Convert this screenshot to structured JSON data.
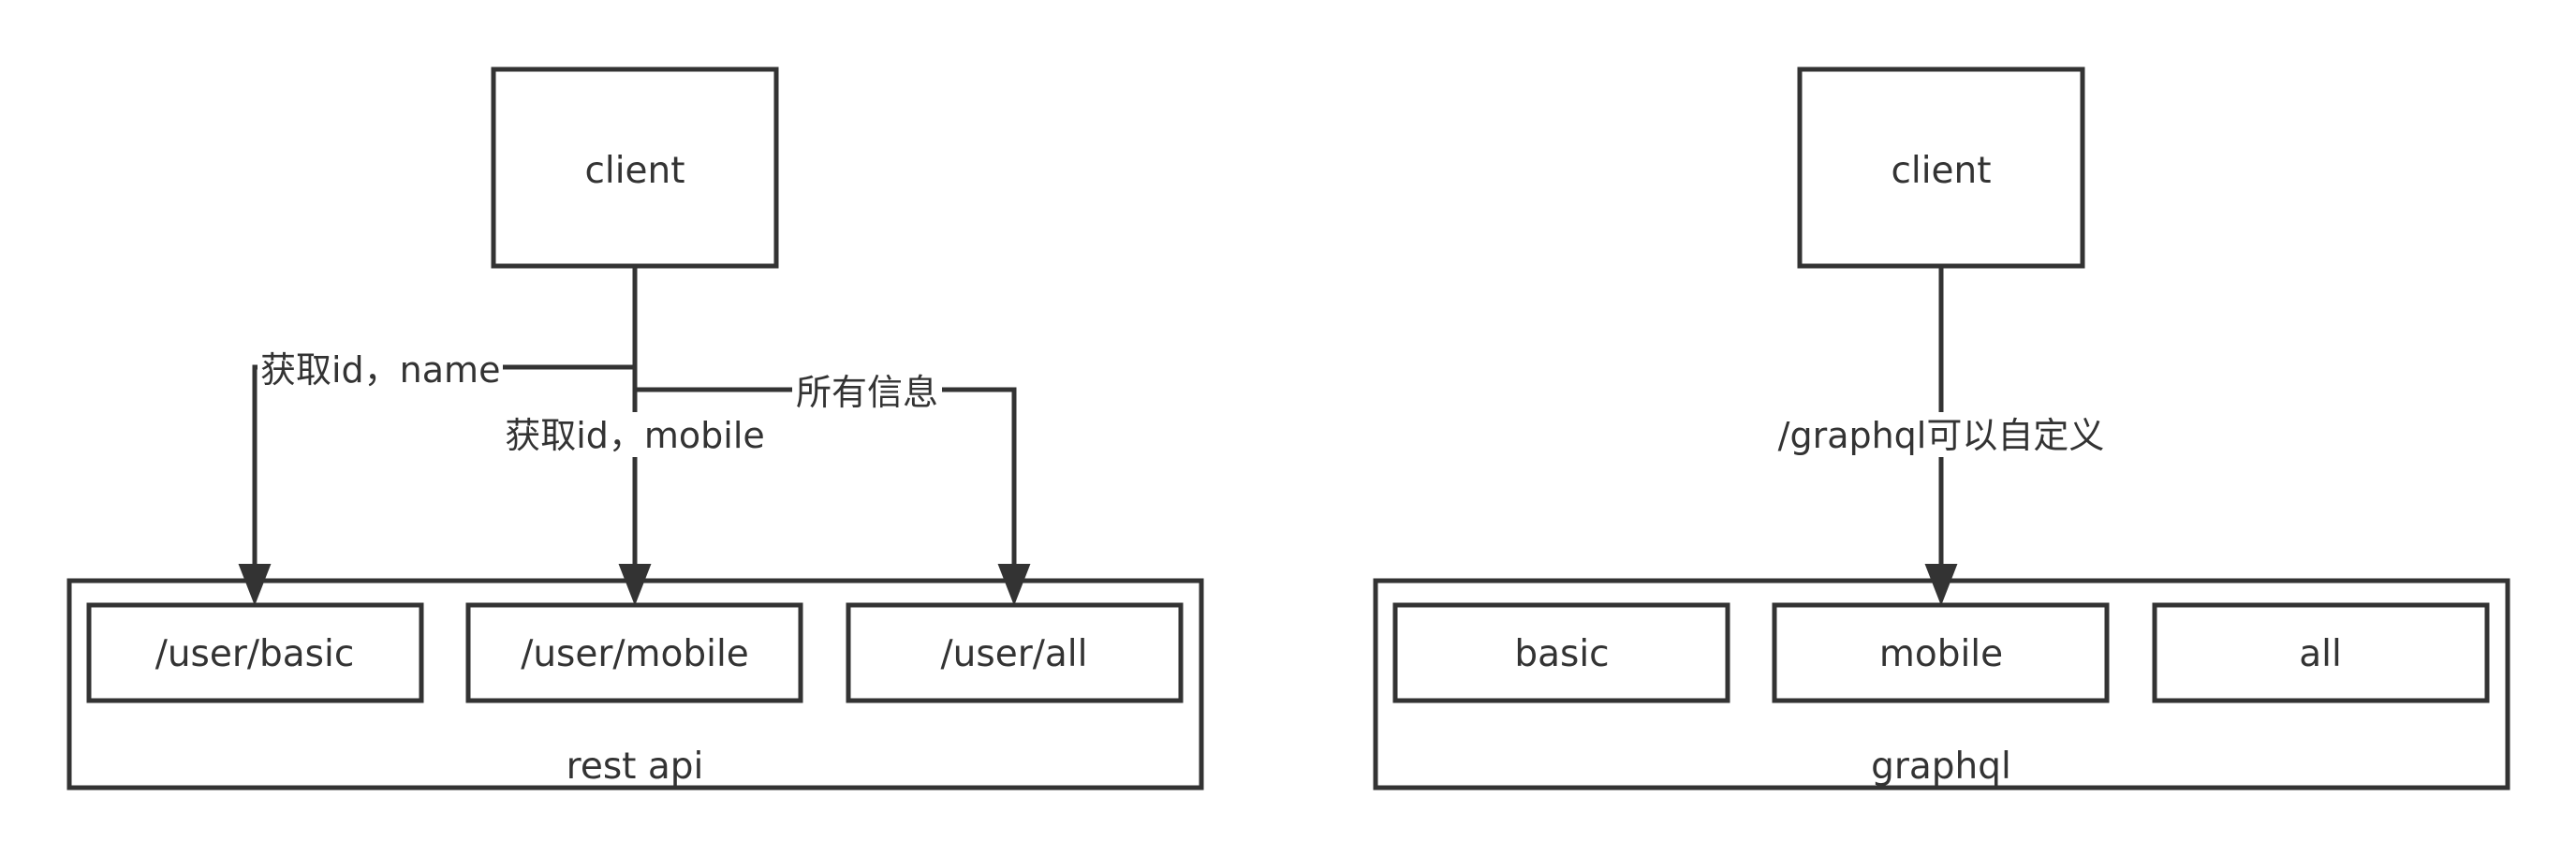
{
  "colors": {
    "stroke": "#333333",
    "background": "#ffffff"
  },
  "rest": {
    "client_label": "client",
    "container_label": "rest api",
    "endpoints": [
      "/user/basic",
      "/user/mobile",
      "/user/all"
    ],
    "edge_labels": [
      "获取id，name",
      "获取id，mobile",
      "所有信息"
    ]
  },
  "graphql": {
    "client_label": "client",
    "container_label": "graphql",
    "fields": [
      "basic",
      "mobile",
      "all"
    ],
    "edge_label": "/graphql可以自定义"
  }
}
